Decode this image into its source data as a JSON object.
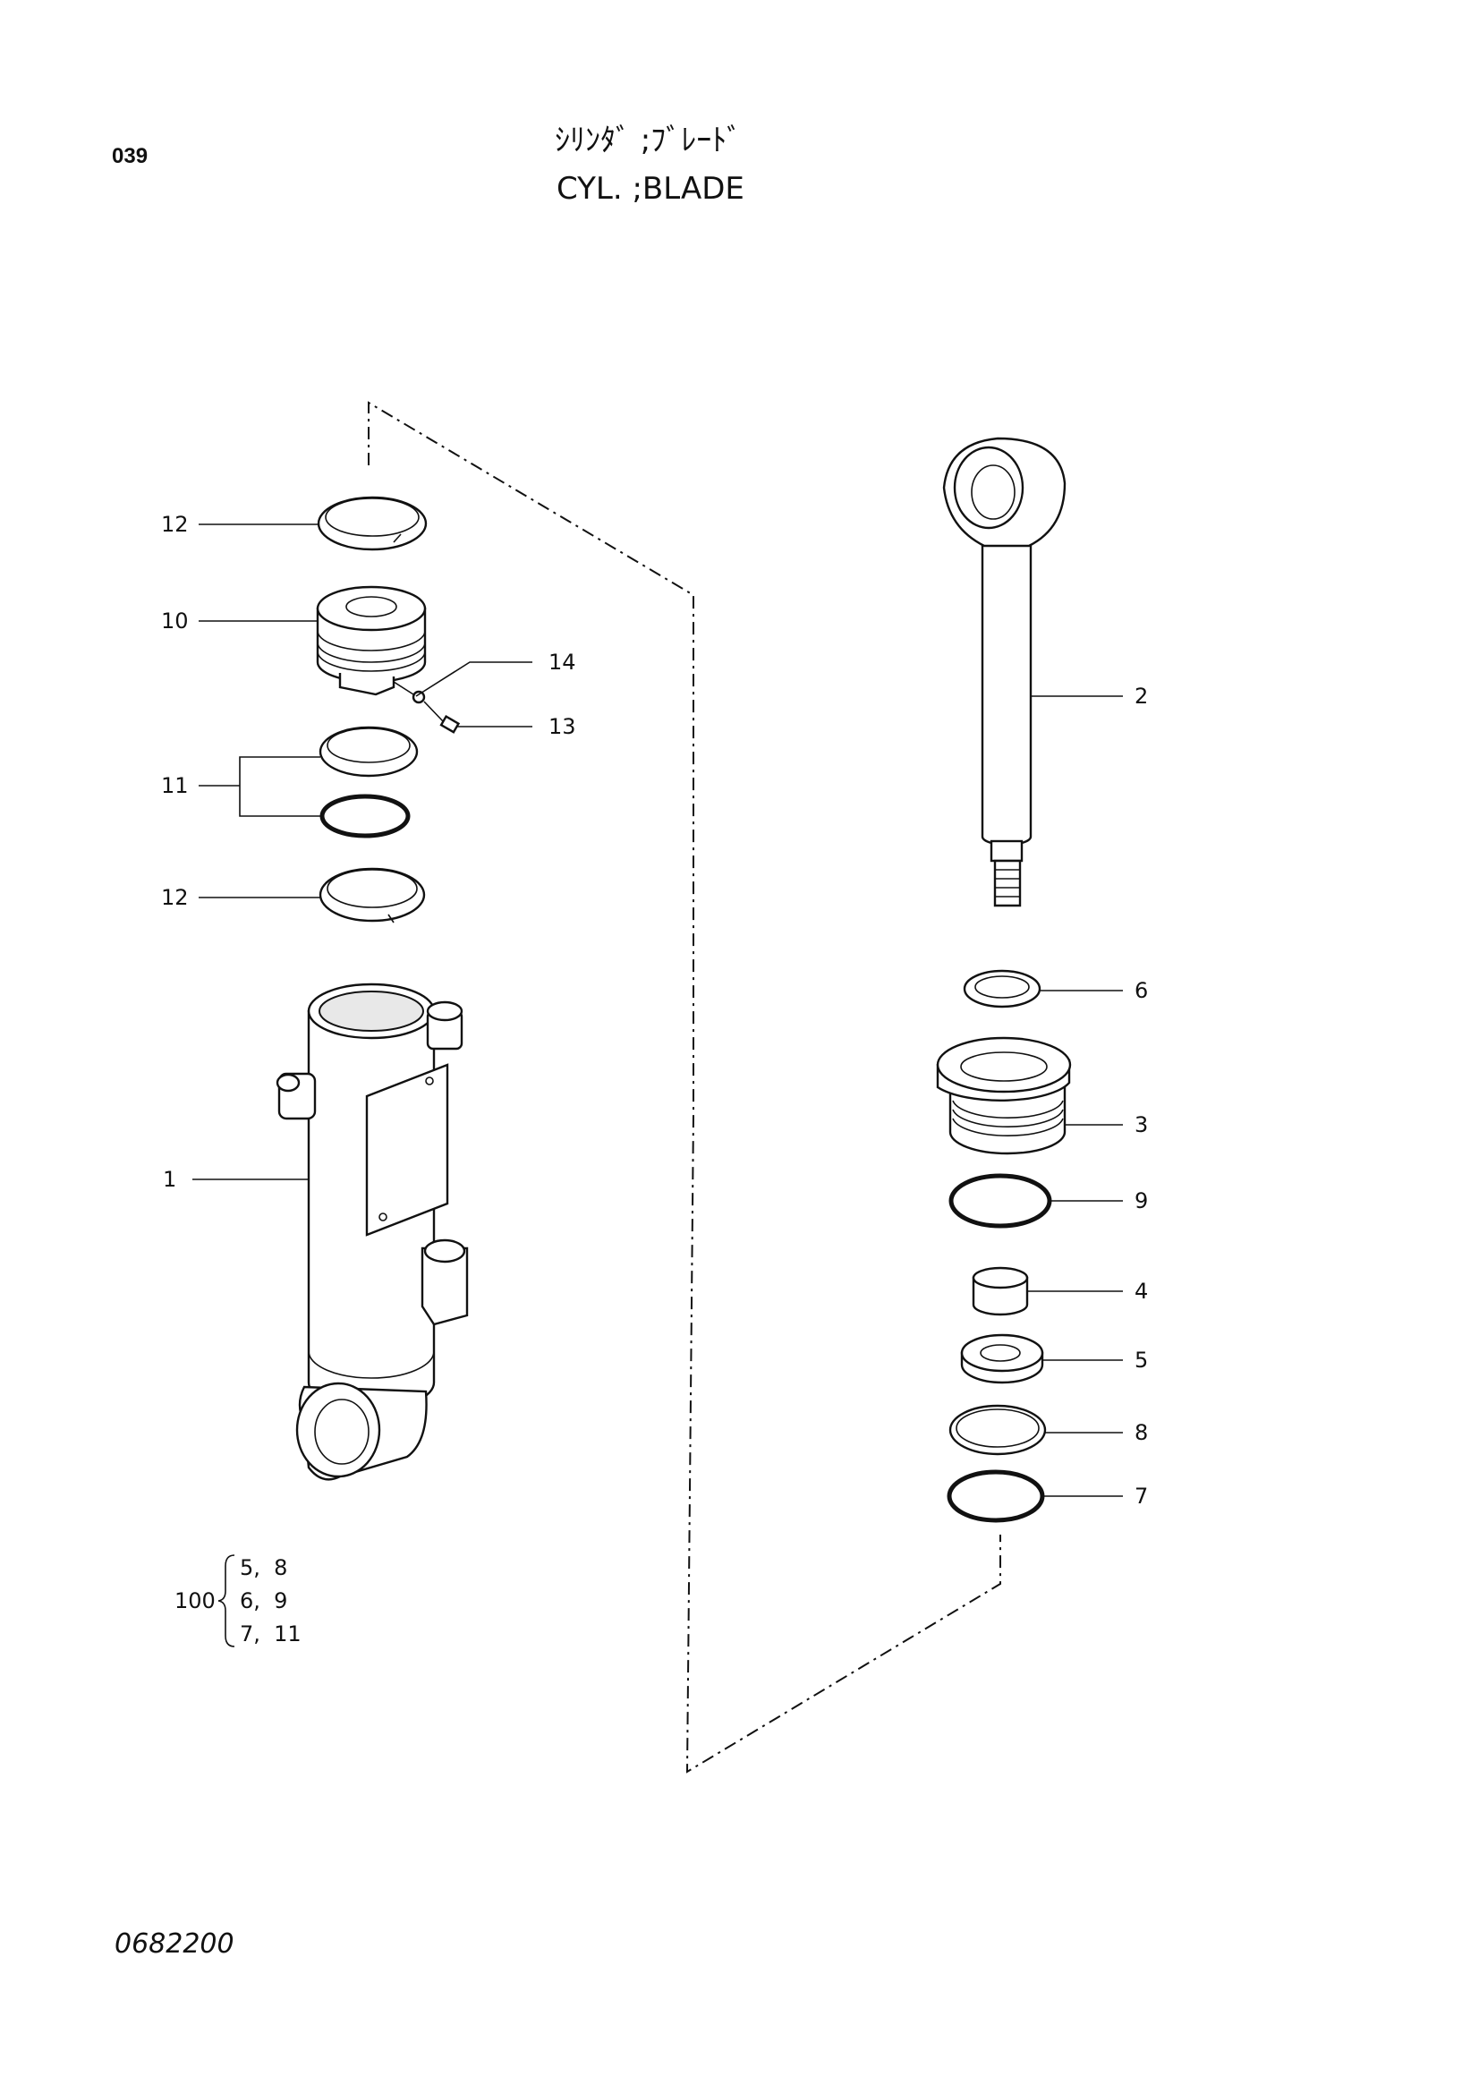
{
  "header": {
    "page_number": "039",
    "title_jp": "ｼﾘﾝﾀﾞ ;ﾌﾞﾚｰﾄﾞ",
    "title_en": "CYL. ;BLADE"
  },
  "callouts": {
    "c1": "1",
    "c2": "2",
    "c3": "3",
    "c4": "4",
    "c5": "5",
    "c6": "6",
    "c7": "7",
    "c8": "8",
    "c9": "9",
    "c10": "10",
    "c11": "11",
    "c12a": "12",
    "c12b": "12",
    "c13": "13",
    "c14": "14"
  },
  "kit": {
    "number": "100",
    "rows": [
      "5,  8",
      "6,  9",
      "7,  11"
    ]
  },
  "footer": {
    "drawing_number": "0682200"
  }
}
